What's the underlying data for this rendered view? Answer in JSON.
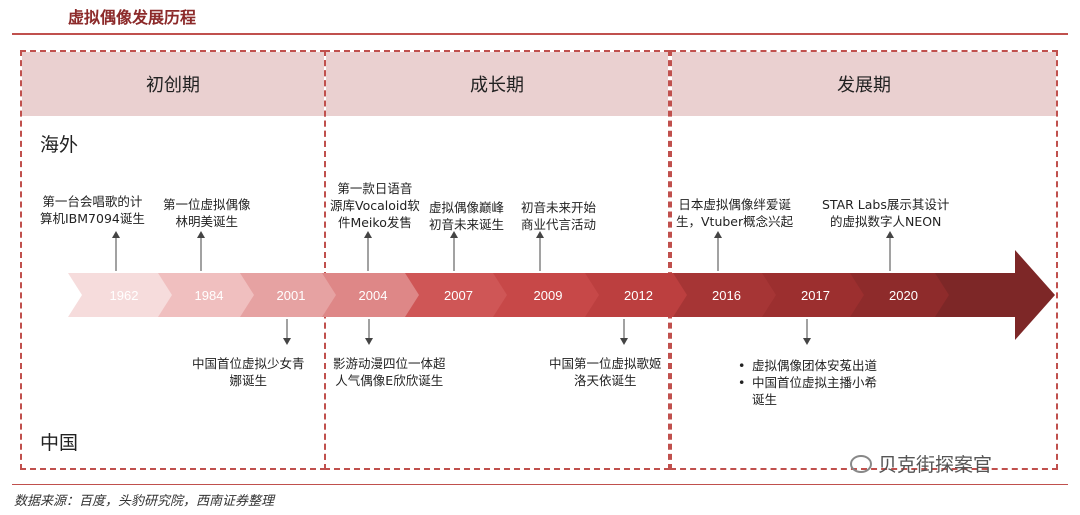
{
  "title": "虚拟偶像发展历程",
  "phases": [
    "初创期",
    "成长期",
    "发展期"
  ],
  "regions": {
    "overseas": "海外",
    "china": "中国"
  },
  "years": [
    "1962",
    "1984",
    "2001",
    "2004",
    "2007",
    "2009",
    "2012",
    "2016",
    "2017",
    "2020"
  ],
  "events_top": [
    "第一台会唱歌的计\n算机IBM7094诞生",
    "第一位虚拟偶像\n林明美诞生",
    "第一款日语音\n源库Vocaloid软\n件Meiko发售",
    "虚拟偶像巅峰\n初音未来诞生",
    "初音未来开始\n商业代言活动",
    "日本虚拟偶像绊爱诞\n生，Vtuber概念兴起",
    "STAR Labs展示其设计\n的虚拟数字人NEON"
  ],
  "events_bottom": [
    "中国首位虚拟少女青\n娜诞生",
    "影游动漫四位一体超\n人气偶像E欣欣诞生",
    "中国第一位虚拟歌姬\n洛天依诞生"
  ],
  "events_bottom_list": [
    "虚拟偶像团体安菟出道",
    "中国首位虚拟主播小希\n诞生"
  ],
  "source": "数据来源：百度，头豹研究院，西南证券整理",
  "watermark": "贝克街探案官",
  "colors": {
    "accent": "#c0504d",
    "header_bg": "#ead0d0",
    "arrow_gradient": [
      "#f6dcdc",
      "#f0bfbf",
      "#e6a2a2",
      "#de8787",
      "#cf5656",
      "#c74848",
      "#bc3f3f",
      "#a63535",
      "#9c2f2f",
      "#8e2b2b",
      "#7d2727"
    ]
  }
}
